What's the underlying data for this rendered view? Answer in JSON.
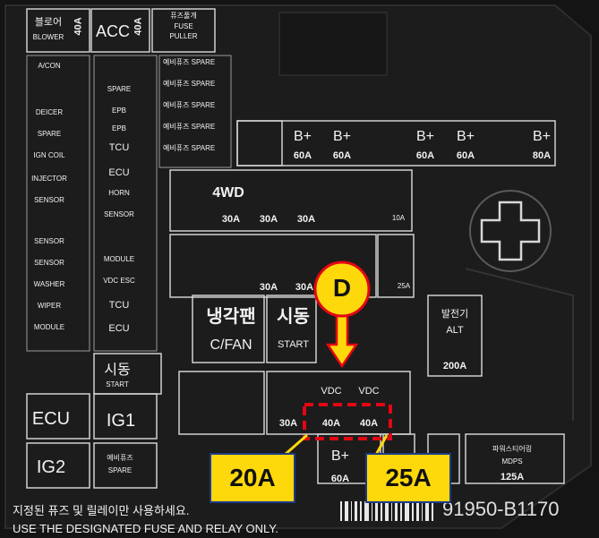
{
  "marker": {
    "letter": "D"
  },
  "top": {
    "blower_kr": "블로어",
    "blower_en": "BLOWER",
    "blower_amp": "40A",
    "acc": "ACC",
    "acc_amp": "40A",
    "puller_kr": "퓨즈풀개",
    "puller_en1": "FUSE",
    "puller_en2": "PULLER"
  },
  "spare_col": {
    "s1": "예비퓨즈 SPARE",
    "s2": "예비퓨즈 SPARE",
    "s3": "예비퓨즈 SPARE",
    "s4": "예비퓨즈 SPARE",
    "s5": "예비퓨즈 SPARE"
  },
  "bplus": {
    "b1": "B+",
    "b3": "B+",
    "b4": "B+",
    "b6": "B+",
    "b7": "B+",
    "a1": "60A",
    "a3": "60A",
    "a4": "60A",
    "a6": "60A",
    "a7": "80A"
  },
  "mid": {
    "wd4": "4WD",
    "wd4_amp": "30A",
    "pt1_amp": "30A",
    "pt2_amp": "30A",
    "small_amp": "10A",
    "hood1_amp": "30A",
    "hood2_amp": "30A",
    "small25": "25A"
  },
  "relays": {
    "cfan_kr": "냉각팬",
    "cfan_en": "C/FAN",
    "start_kr": "시동",
    "start_en": "START",
    "alt_kr": "발전기",
    "alt_en": "ALT",
    "alt_amp": "200A"
  },
  "vdc": {
    "v1": "VDC",
    "v2": "VDC",
    "seat_amp": "30A",
    "a1": "40A",
    "a2": "40A"
  },
  "lower": {
    "bplus": "B+",
    "bplus_amp": "60A",
    "mdps_kr": "파워스티어링",
    "mdps_en": "MDPS",
    "mdps_amp": "125A"
  },
  "left": {
    "start_kr": "시동",
    "start_en": "START",
    "ecu": "ECU",
    "ig1": "IG1",
    "ig2": "IG2",
    "spare_kr": "예비퓨즈",
    "spare_en": "SPARE",
    "aircon": "A/CON",
    "deicer": "DEICER",
    "spare": "SPARE",
    "ign_coil": "IGN COIL",
    "injector": "INJECTOR",
    "sensor4": "SENSOR",
    "sensor1": "SENSOR",
    "sensor2": "SENSOR",
    "washer": "WASHER",
    "wiper": "WIPER",
    "module": "MODULE"
  },
  "mid_col": {
    "tcu": "TCU",
    "ecu": "ECU",
    "horn": "HORN",
    "sensor5": "SENSOR",
    "module3": "MODULE",
    "vdc_esc": "VDC ESC",
    "tcu1": "TCU",
    "ecu1": "ECU",
    "spare": "SPARE",
    "epb1": "EPB",
    "epb2": "EPB"
  },
  "footer": {
    "notice_kr": "지정된 퓨즈 및 릴레이만 사용하세요.",
    "notice_en": "USE THE DESIGNATED FUSE AND RELAY ONLY.",
    "part_no": "91950-B1170"
  },
  "callouts": {
    "left": "20A",
    "right": "25A"
  }
}
